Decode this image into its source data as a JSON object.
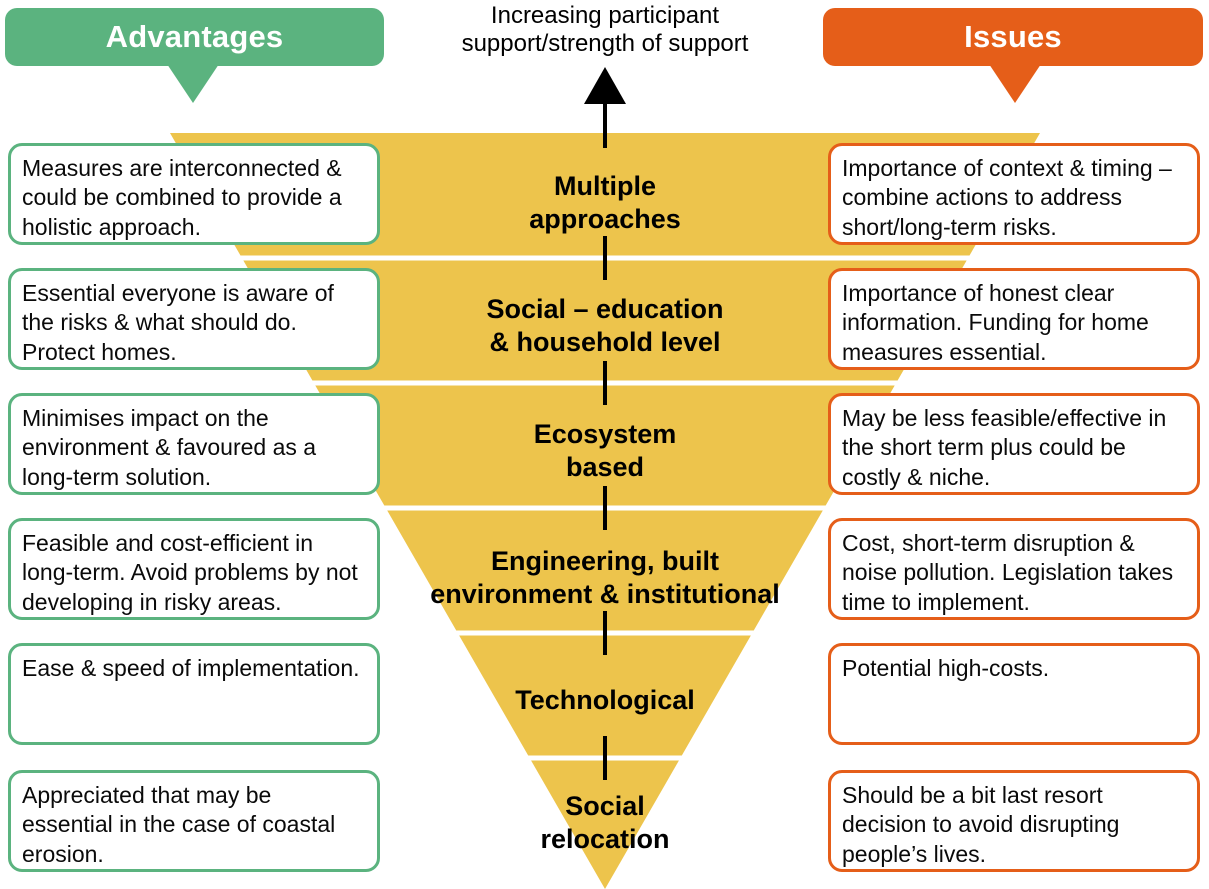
{
  "header": {
    "advantages_label": "Advantages",
    "issues_label": "Issues",
    "axis_label": "Increasing participant\nsupport/strength of support"
  },
  "colors": {
    "advantages_green": "#5BB37F",
    "issues_orange": "#E55E19",
    "funnel_yellow": "#EDC44C",
    "divider_white": "#FFFFFF",
    "arrow_black": "#000000"
  },
  "rows": [
    {
      "level": "Multiple\napproaches",
      "advantage": "Measures are interconnected & could be combined to provide a holistic approach.",
      "issue": "Importance of context & timing – combine actions to address short/long-term risks."
    },
    {
      "level": "Social – education\n& household level",
      "advantage": "Essential everyone is aware of the risks & what should do. Protect homes.",
      "issue": "Importance of honest clear information. Funding for home measures essential."
    },
    {
      "level": "Ecosystem\nbased",
      "advantage": "Minimises impact on the environment & favoured as a long-term solution.",
      "issue": "May be less feasible/effective in the short term plus could be costly & niche."
    },
    {
      "level": "Engineering, built\nenvironment & institutional",
      "advantage": "Feasible and cost-efficient in long-term. Avoid problems by not developing in risky areas.",
      "issue": "Cost, short-term disruption & noise pollution. Legislation takes time to implement."
    },
    {
      "level": "Technological",
      "advantage": "Ease & speed of implementation.",
      "issue": "Potential high-costs."
    },
    {
      "level": "Social\nrelocation",
      "advantage": "Appreciated that may be essential in the case of coastal erosion.",
      "issue": "Should be a bit last resort decision to avoid disrupting people’s lives."
    }
  ]
}
